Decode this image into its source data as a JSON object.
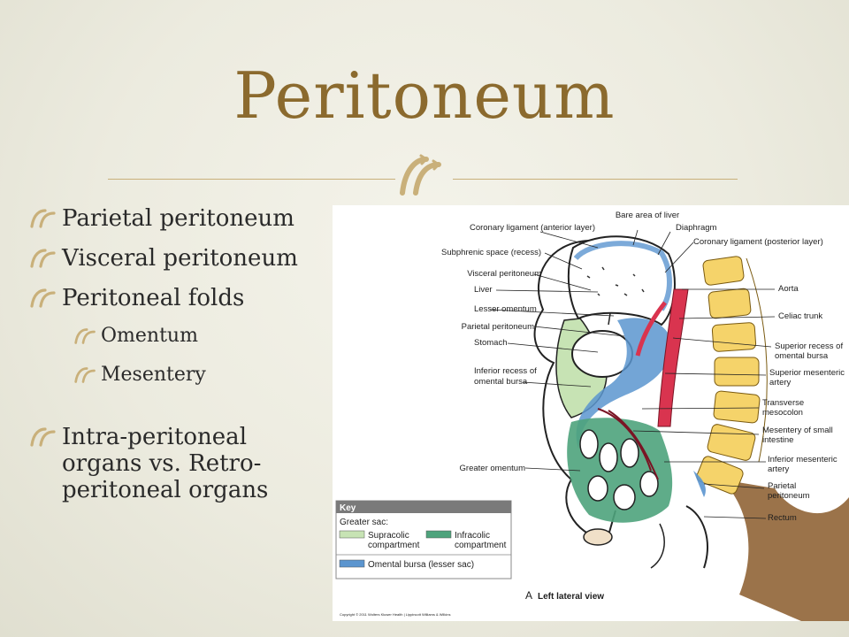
{
  "slide": {
    "title": "Peritoneum",
    "accent_color": "#8b6a2e",
    "bullet_icon": "curved-arrow-bullet-icon"
  },
  "bullets": [
    {
      "text": "Parietal peritoneum",
      "level": 1
    },
    {
      "text": "Visceral peritoneum",
      "level": 1
    },
    {
      "text": "Peritoneal folds",
      "level": 1
    },
    {
      "text": "Omentum",
      "level": 2
    },
    {
      "text": "Mesentery",
      "level": 2
    },
    {
      "text": "Intra-peritoneal organs vs. Retro-peritoneal organs",
      "level": 1
    }
  ],
  "figure": {
    "labels": {
      "bare_area": "Bare area of liver",
      "coronary_anterior": "Coronary ligament (anterior layer)",
      "diaphragm": "Diaphragm",
      "coronary_posterior": "Coronary ligament (posterior layer)",
      "subphrenic": "Subphrenic space (recess)",
      "visceral_peritoneum": "Visceral peritoneum",
      "liver": "Liver",
      "lesser_omentum": "Lesser omentum",
      "parietal_peritoneum": "Parietal peritoneum",
      "stomach": "Stomach",
      "inferior_recess": "Inferior recess of omental bursa",
      "greater_omentum": "Greater omentum",
      "aorta": "Aorta",
      "celiac_trunk": "Celiac trunk",
      "superior_recess": "Superior recess of omental bursa",
      "sup_mesenteric": "Superior mesenteric artery",
      "transverse_mesocolon": "Transverse mesocolon",
      "mesentery_small": "Mesentery of small intestine",
      "inf_mesenteric": "Inferior mesenteric artery",
      "parietal_peritoneum_2": "Parietal peritoneum",
      "rectum": "Rectum"
    },
    "key": {
      "title": "Key",
      "greater_sac": "Greater sac:",
      "supracolic": "Supracolic compartment",
      "infracolic": "Infracolic compartment",
      "omental_bursa": "Omental bursa (lesser sac)",
      "colors": {
        "supracolic": "#c7e3b4",
        "infracolic": "#4ea37c",
        "omental_bursa": "#5b95cf"
      }
    },
    "caption_letter": "A",
    "caption": "Left lateral view",
    "copyright": "Copyright © 2011 Wolters Kluwer Health | Lippincott Williams & Wilkins"
  }
}
